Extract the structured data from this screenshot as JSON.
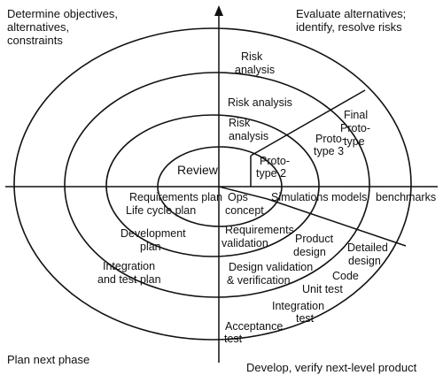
{
  "quadrants": {
    "top_left": [
      "Determine objectives,",
      "alternatives,",
      "constraints"
    ],
    "top_right": [
      "Evaluate alternatives;",
      "identify, resolve risks"
    ],
    "bottom_left": [
      "Plan next phase"
    ],
    "bottom_right": [
      "Develop, verify next-level product"
    ]
  },
  "center_label": "Review",
  "risk_analysis": [
    [
      "Risk",
      "analysis"
    ],
    [
      "Risk analysis"
    ],
    [
      "Risk",
      "analysis"
    ]
  ],
  "prototypes": [
    [
      "Proto-",
      "type 2"
    ],
    [
      "Proto-",
      "type 3"
    ],
    [
      "Final",
      "Proto-",
      "type"
    ]
  ],
  "planning": [
    [
      "Requirements plan",
      "Life cycle plan"
    ],
    [
      "Development",
      "plan"
    ],
    [
      "Integration",
      "and test plan"
    ]
  ],
  "development": {
    "ops_concept": [
      "Ops",
      "concept"
    ],
    "simulations": [
      "Simulations models"
    ],
    "benchmarks": [
      "benchmarks"
    ],
    "requirements_validation": [
      "Requirements",
      "validation"
    ],
    "product_design": [
      "Product",
      "design"
    ],
    "detailed_design": [
      "Detailed",
      "design"
    ],
    "design_validation": [
      "Design validation",
      "& verification"
    ],
    "code": [
      "Code"
    ],
    "unit_test": [
      "Unit test"
    ],
    "integration_test": [
      "Integration",
      "test"
    ],
    "acceptance_test": [
      "Acceptance",
      "test"
    ]
  }
}
